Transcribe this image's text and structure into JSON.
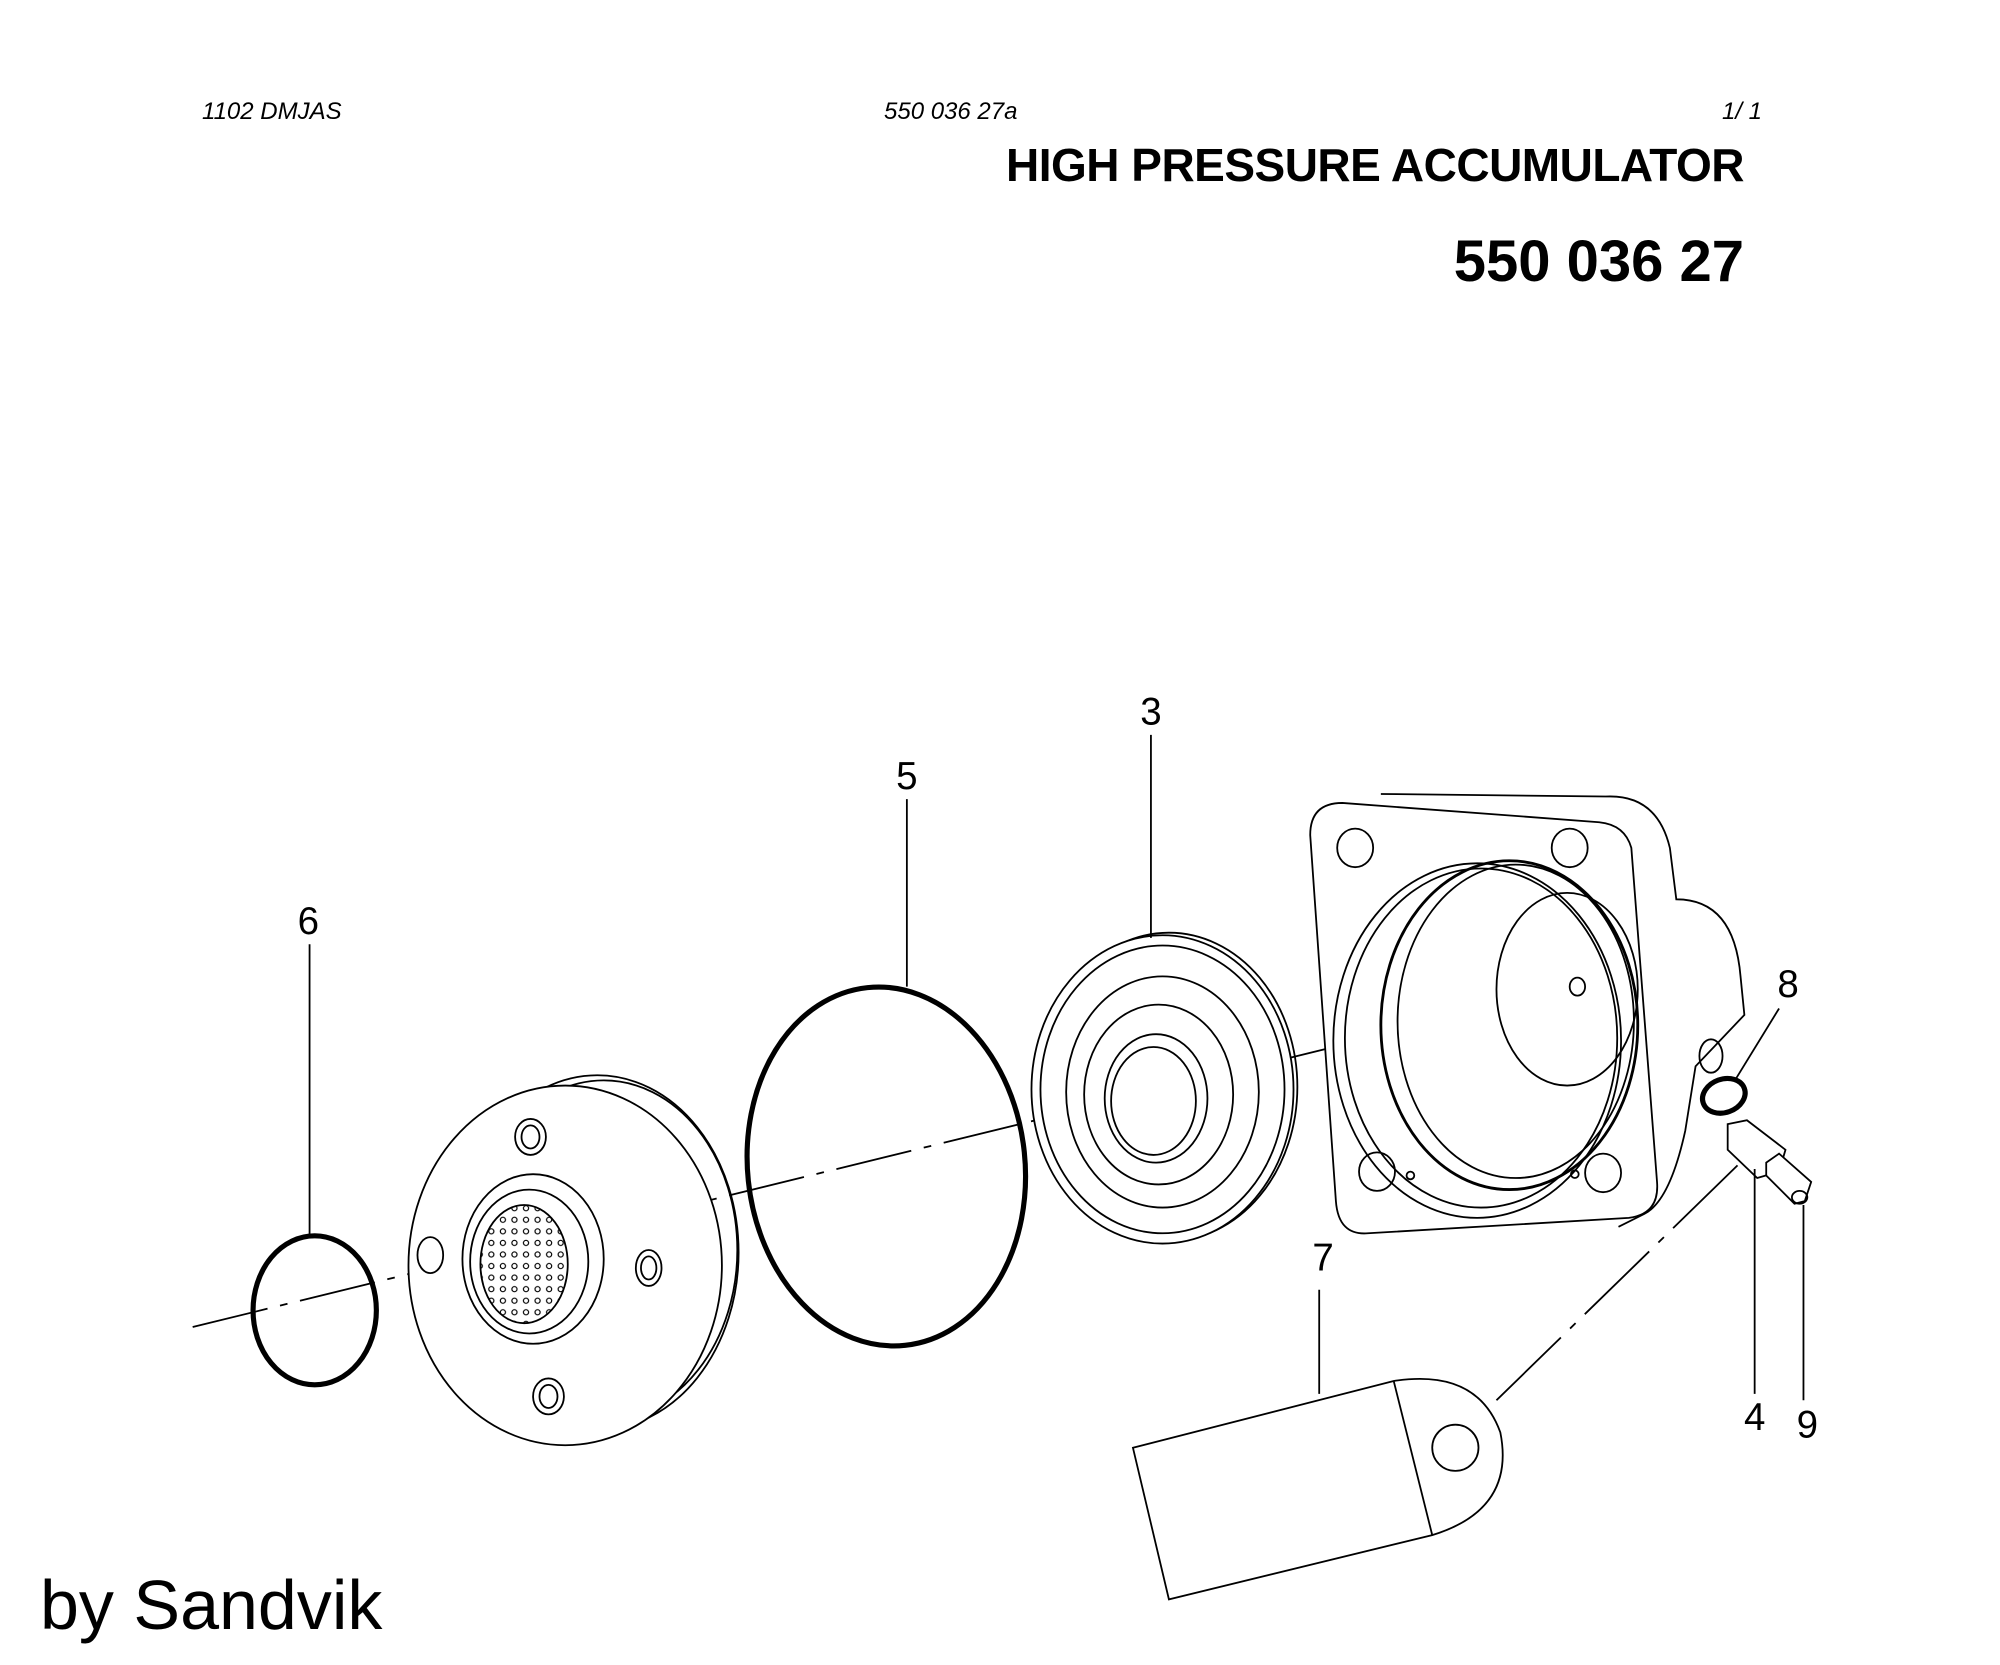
{
  "header": {
    "doc_code": "1102 DMJAS",
    "drawing_number": "550 036 27a",
    "page": "1/  1",
    "title": "HIGH PRESSURE ACCUMULATOR",
    "part_number": "550 036 27"
  },
  "callouts": {
    "c3": "3",
    "c4": "4",
    "c5": "5",
    "c6": "6",
    "c7": "7",
    "c8": "8",
    "c9": "9"
  },
  "footer": {
    "credit": "by Sandvik"
  }
}
